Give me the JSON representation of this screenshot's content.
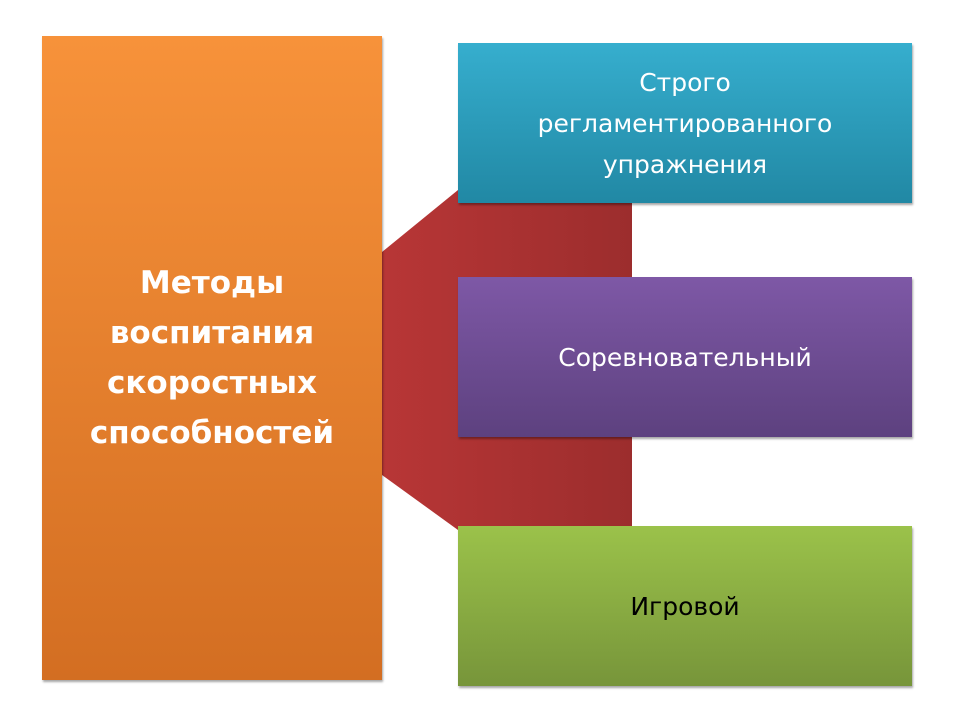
{
  "main": {
    "title": "Методы воспитания скоростных способностей"
  },
  "methods": [
    {
      "label": "Строго регламентированного упражнения"
    },
    {
      "label": "Соревновательный"
    },
    {
      "label": "Игровой"
    }
  ],
  "colors": {
    "main": "#f08a34",
    "connector": "#b23434",
    "method1": "#2c9dbd",
    "method2": "#6e4f94",
    "method3": "#8aae42"
  }
}
